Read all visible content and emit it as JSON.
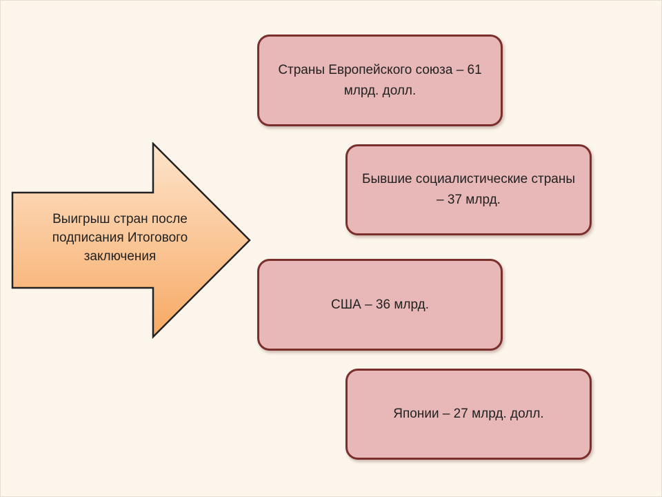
{
  "diagram": {
    "source": {
      "label": "Выигрыш стран после подписания Итогового заключения"
    },
    "items": [
      {
        "label": "Страны Европейского союза – 61 млрд. долл."
      },
      {
        "label": "Бывшие социалистические страны – 37 млрд."
      },
      {
        "label": "США – 36 млрд."
      },
      {
        "label": "Японии – 27 млрд. долл."
      }
    ]
  },
  "colors": {
    "slide_background": "#fbf5ec",
    "arrow_fill_top": "#fde0c4",
    "arrow_fill_bottom": "#f7ad6a",
    "arrow_border": "#222222",
    "box_fill": "#e8b7b7",
    "box_border": "#7a2f2c"
  }
}
